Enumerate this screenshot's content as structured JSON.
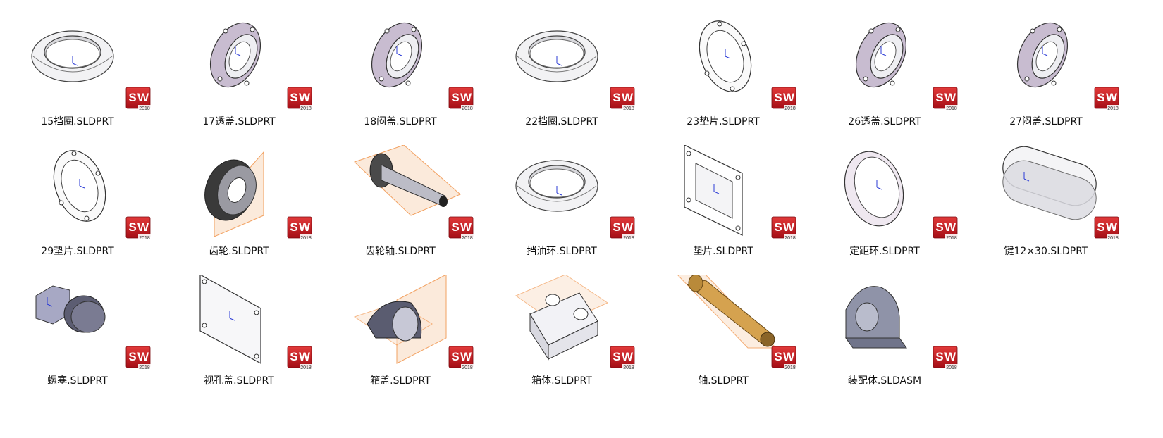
{
  "badge": {
    "letters_s": "S",
    "letters_w": "W",
    "version": "2018",
    "color": "#c8141e"
  },
  "files": [
    {
      "name": "15挡圈.SLDPRT",
      "thumb": "ring"
    },
    {
      "name": "17透盖.SLDPRT",
      "thumb": "cover"
    },
    {
      "name": "18闷盖.SLDPRT",
      "thumb": "cover"
    },
    {
      "name": "22挡圈.SLDPRT",
      "thumb": "ring"
    },
    {
      "name": "23垫片.SLDPRT",
      "thumb": "gasket"
    },
    {
      "name": "26透盖.SLDPRT",
      "thumb": "cover"
    },
    {
      "name": "27闷盖.SLDPRT",
      "thumb": "cover"
    },
    {
      "name": "29垫片.SLDPRT",
      "thumb": "gasket"
    },
    {
      "name": "齿轮.SLDPRT",
      "thumb": "gear"
    },
    {
      "name": "齿轮轴.SLDPRT",
      "thumb": "gearshaft"
    },
    {
      "name": "挡油环.SLDPRT",
      "thumb": "ring"
    },
    {
      "name": "垫片.SLDPRT",
      "thumb": "plategasket"
    },
    {
      "name": "定距环.SLDPRT",
      "thumb": "spacer"
    },
    {
      "name": "键12×30.SLDPRT",
      "thumb": "key"
    },
    {
      "name": "螺塞.SLDPRT",
      "thumb": "plug"
    },
    {
      "name": "视孔盖.SLDPRT",
      "thumb": "plate"
    },
    {
      "name": "箱盖.SLDPRT",
      "thumb": "housingcover"
    },
    {
      "name": "箱体.SLDPRT",
      "thumb": "housing"
    },
    {
      "name": "轴.SLDPRT",
      "thumb": "shaft"
    },
    {
      "name": "装配体.SLDASM",
      "thumb": "assembly"
    }
  ]
}
